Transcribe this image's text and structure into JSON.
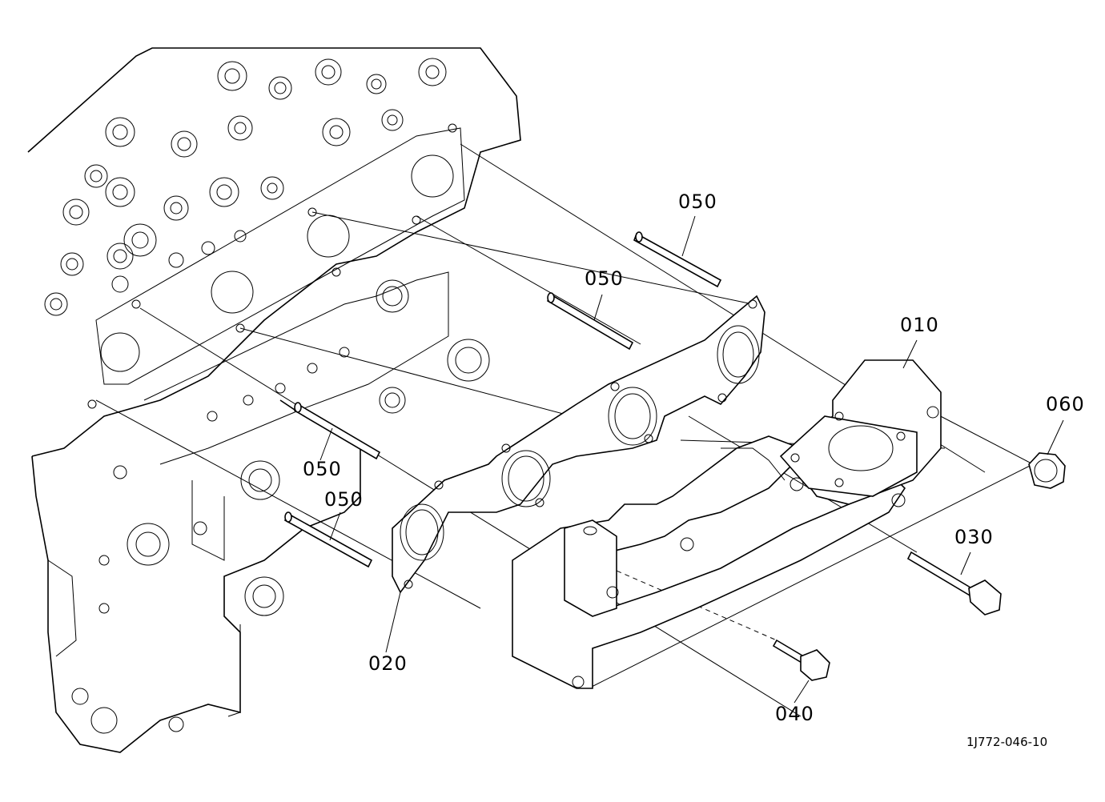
{
  "parts": [
    {
      "id": "p050a",
      "number": "050"
    },
    {
      "id": "p050b",
      "number": "050"
    },
    {
      "id": "p010",
      "number": "010"
    },
    {
      "id": "p060",
      "number": "060"
    },
    {
      "id": "p050c",
      "number": "050"
    },
    {
      "id": "p050d",
      "number": "050"
    },
    {
      "id": "p030",
      "number": "030"
    },
    {
      "id": "p020",
      "number": "020"
    },
    {
      "id": "p040",
      "number": "040"
    }
  ],
  "drawing_code": "1J772-046-10"
}
